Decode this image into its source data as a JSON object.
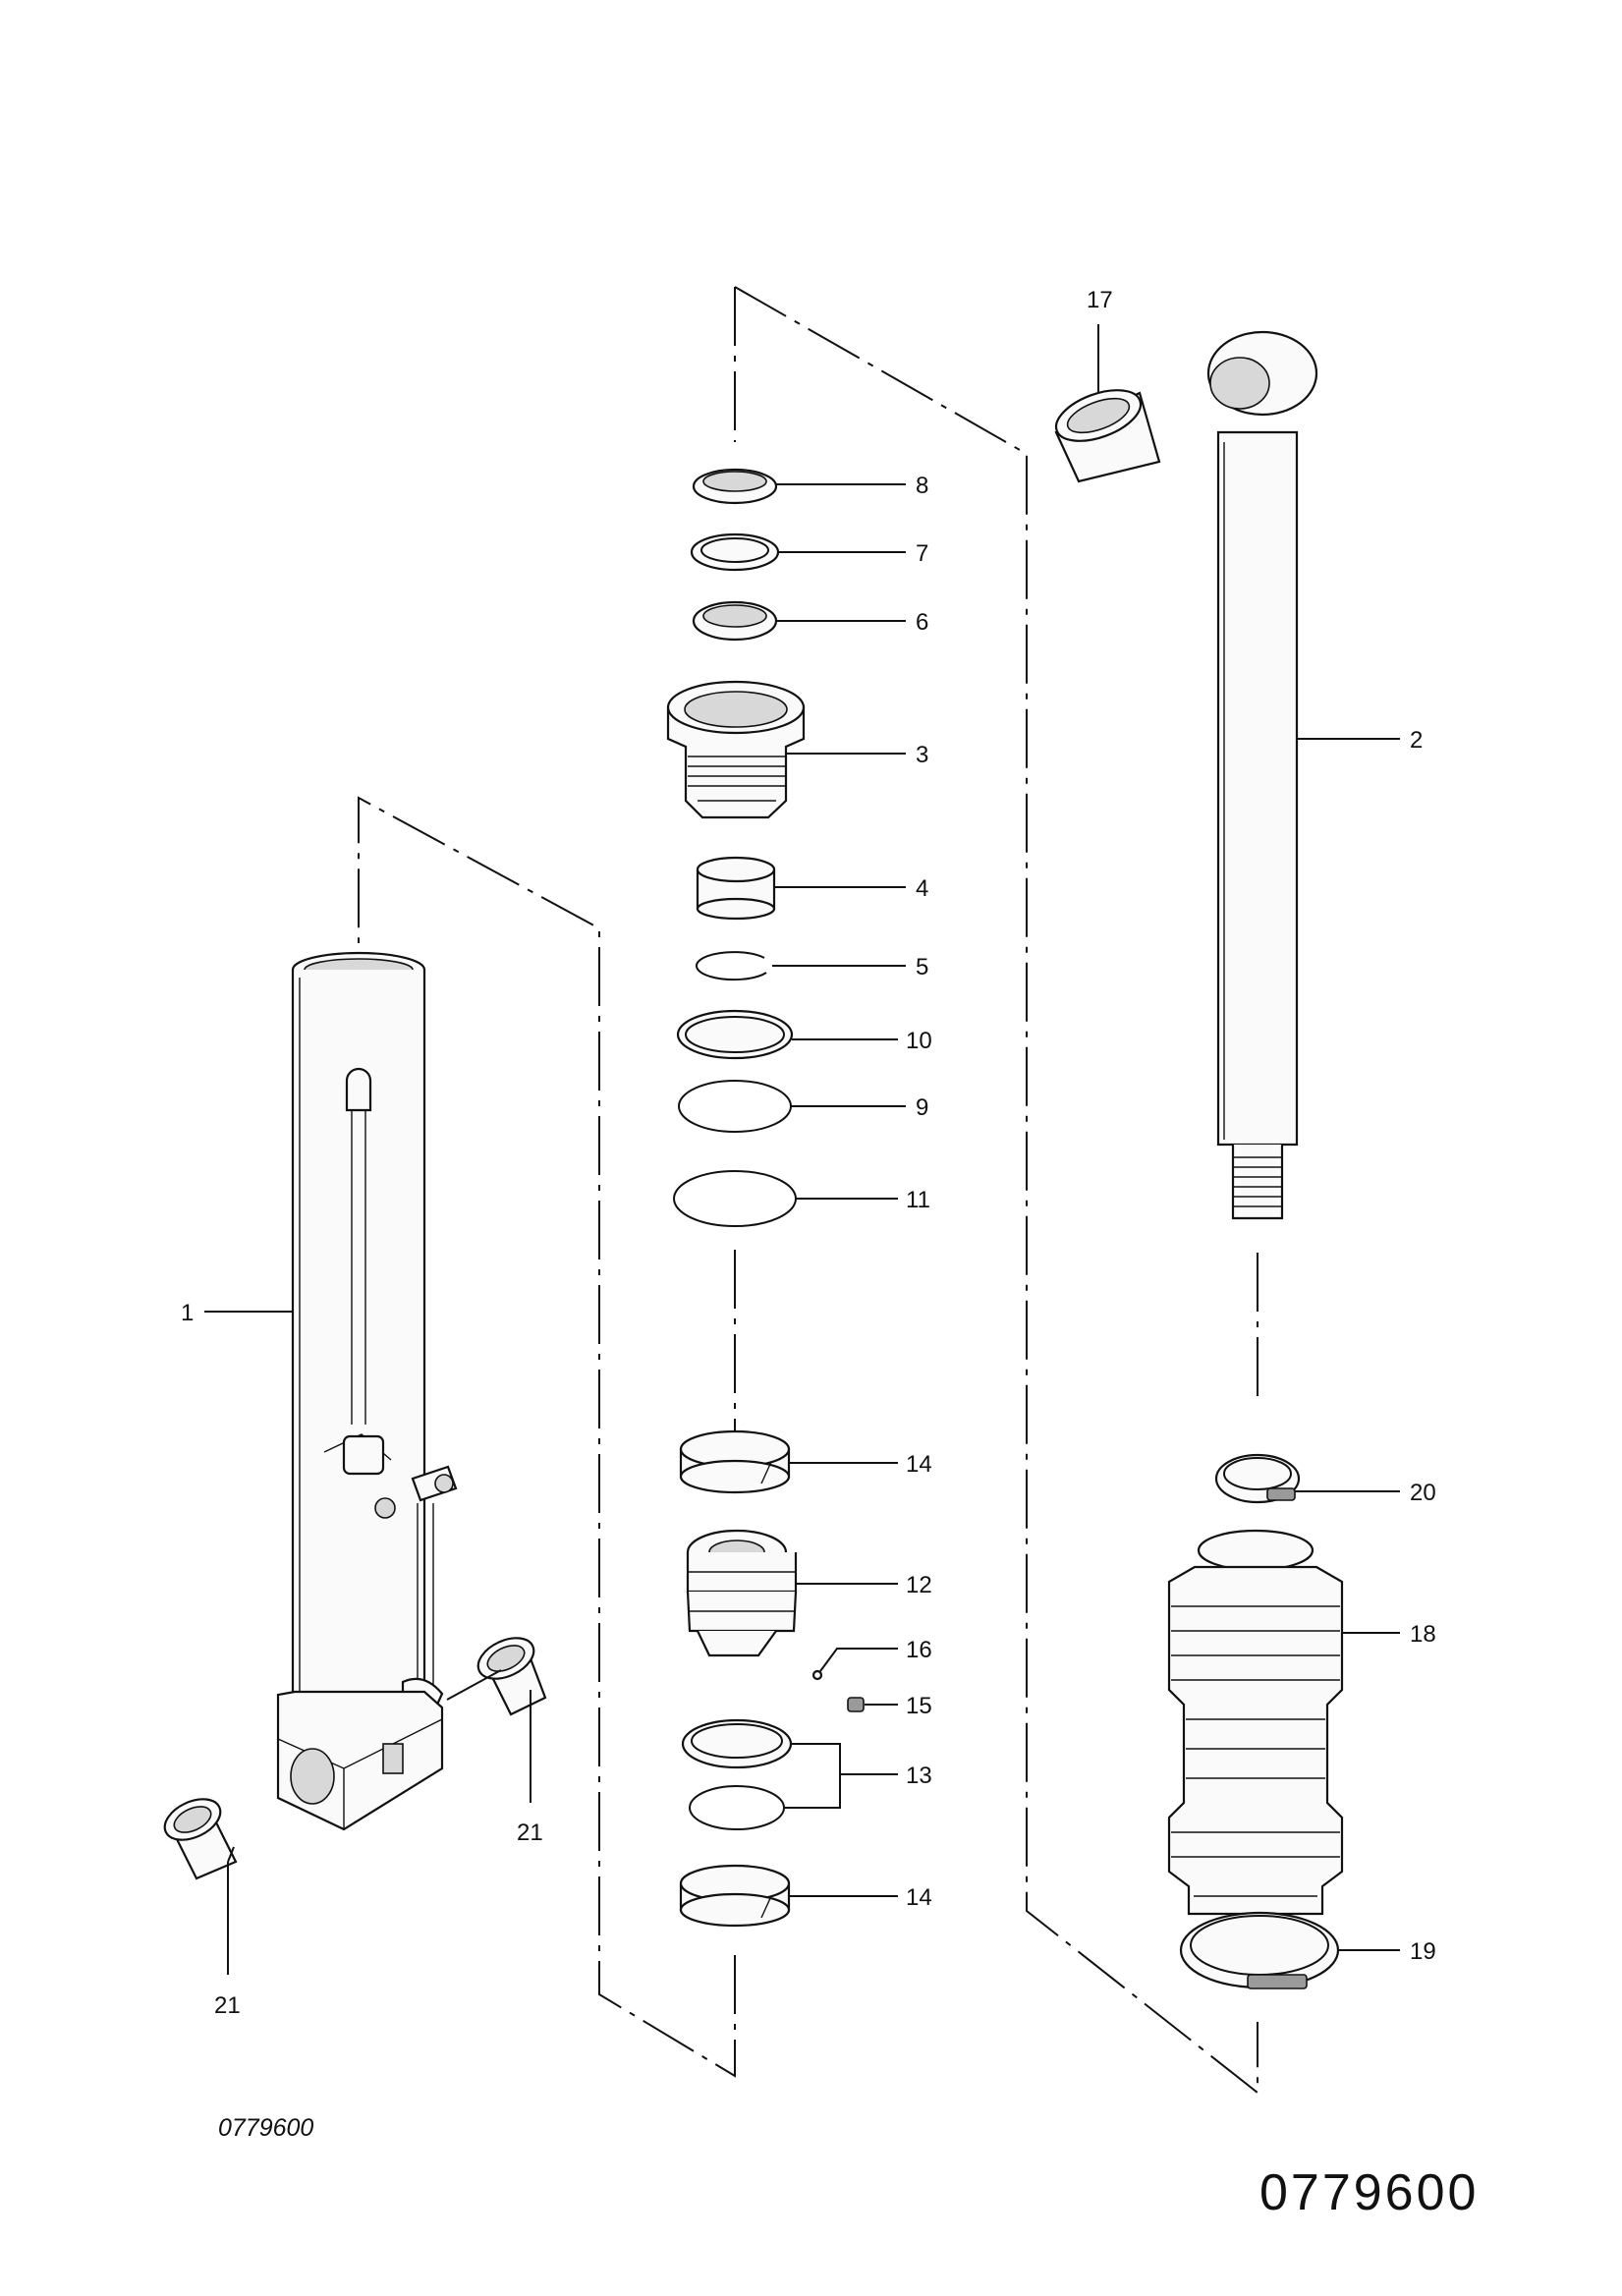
{
  "drawing": {
    "number_small": "0779600",
    "number_large": "0779600"
  },
  "callouts": {
    "c1": "1",
    "c2": "2",
    "c3": "3",
    "c4": "4",
    "c5": "5",
    "c6": "6",
    "c7": "7",
    "c8": "8",
    "c9": "9",
    "c10": "10",
    "c11": "11",
    "c12": "12",
    "c13": "13",
    "c14a": "14",
    "c14b": "14",
    "c15": "15",
    "c16": "16",
    "c17": "17",
    "c18": "18",
    "c19": "19",
    "c20": "20",
    "c21a": "21",
    "c21b": "21"
  }
}
